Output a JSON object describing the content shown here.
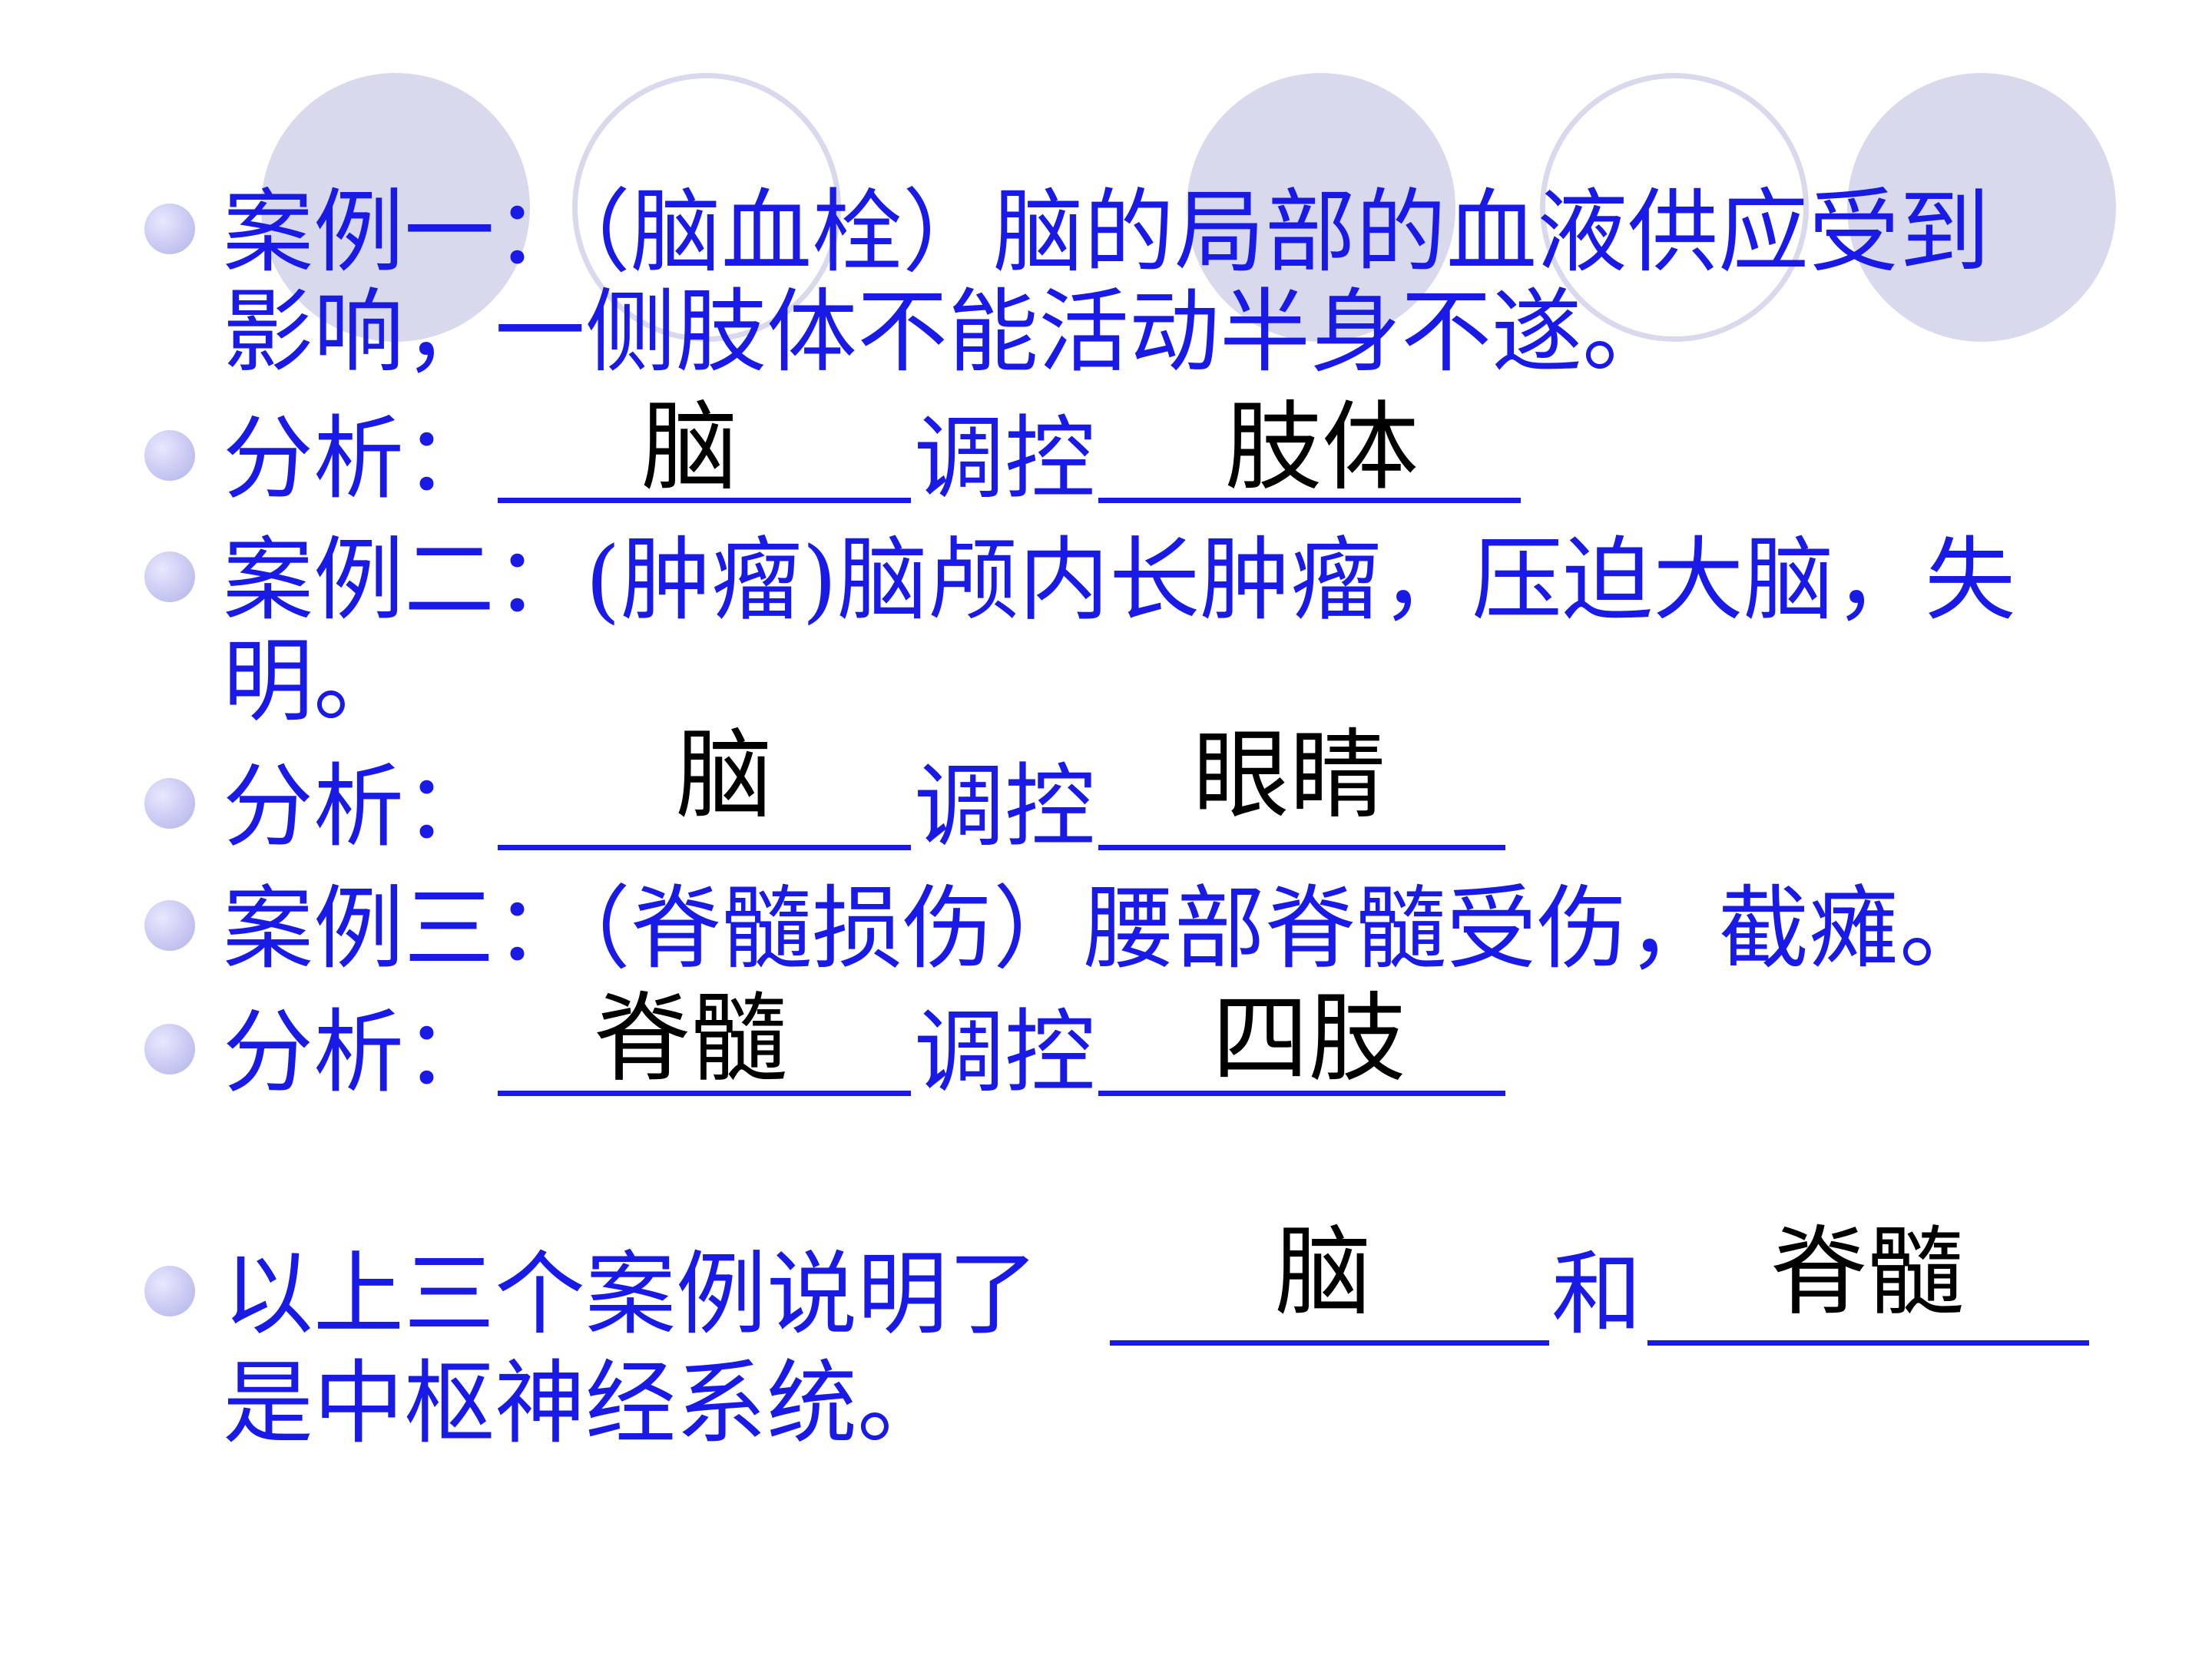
{
  "case1": {
    "line1": "案例一：（脑血栓）脑的局部的血液供应受到",
    "line2": "影响，一侧肢体不能活动半身不遂。"
  },
  "analysis1": {
    "label": "分析：",
    "controls": "调控",
    "answer_a": "脑",
    "answer_b": "肢体"
  },
  "case2": {
    "line1": "案例二：(肿瘤)脑颅内长肿瘤，压迫大脑，失",
    "line2": "明。"
  },
  "analysis2": {
    "label": "分析：",
    "controls": "调控",
    "answer_a": "脑",
    "answer_b": "眼睛"
  },
  "case3": {
    "line1": "案例三：（脊髓损伤）腰部脊髓受伤，截瘫。"
  },
  "analysis3": {
    "label": "分析：",
    "controls": "调控",
    "answer_a": "脊髓",
    "answer_b": "四肢"
  },
  "conclusion": {
    "prefix": "以上三个案例说明了",
    "and": "和",
    "line2": "是中枢神经系统。",
    "answer_a": "脑",
    "answer_b": "脊髓"
  },
  "colors": {
    "text": "#1a1ae6",
    "answer": "#000000",
    "decoration": "#d9d9ee"
  }
}
